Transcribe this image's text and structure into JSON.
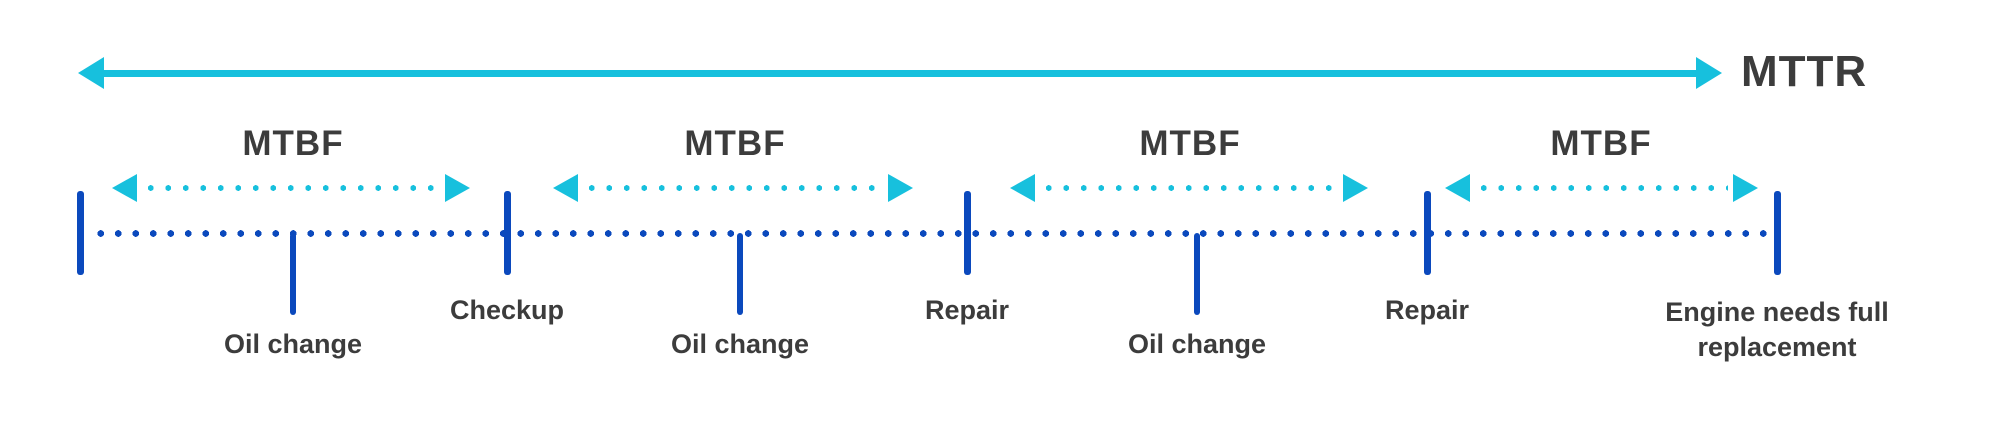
{
  "colors": {
    "cyan": "#17C0DD",
    "blue": "#0B49BD",
    "text": "#3C3C3C",
    "background": "#FFFFFF"
  },
  "mttr": {
    "label": "MTTR"
  },
  "mtbf_segments": [
    {
      "label": "MTBF"
    },
    {
      "label": "MTBF"
    },
    {
      "label": "MTBF"
    },
    {
      "label": "MTBF"
    }
  ],
  "timeline_events": {
    "oil_change_1": {
      "label": "Oil change"
    },
    "checkup": {
      "label": "Checkup"
    },
    "oil_change_2": {
      "label": "Oil change"
    },
    "repair_1": {
      "label": "Repair"
    },
    "oil_change_3": {
      "label": "Oil change"
    },
    "repair_2": {
      "label": "Repair"
    },
    "end": {
      "label": "Engine needs full replacement"
    }
  }
}
